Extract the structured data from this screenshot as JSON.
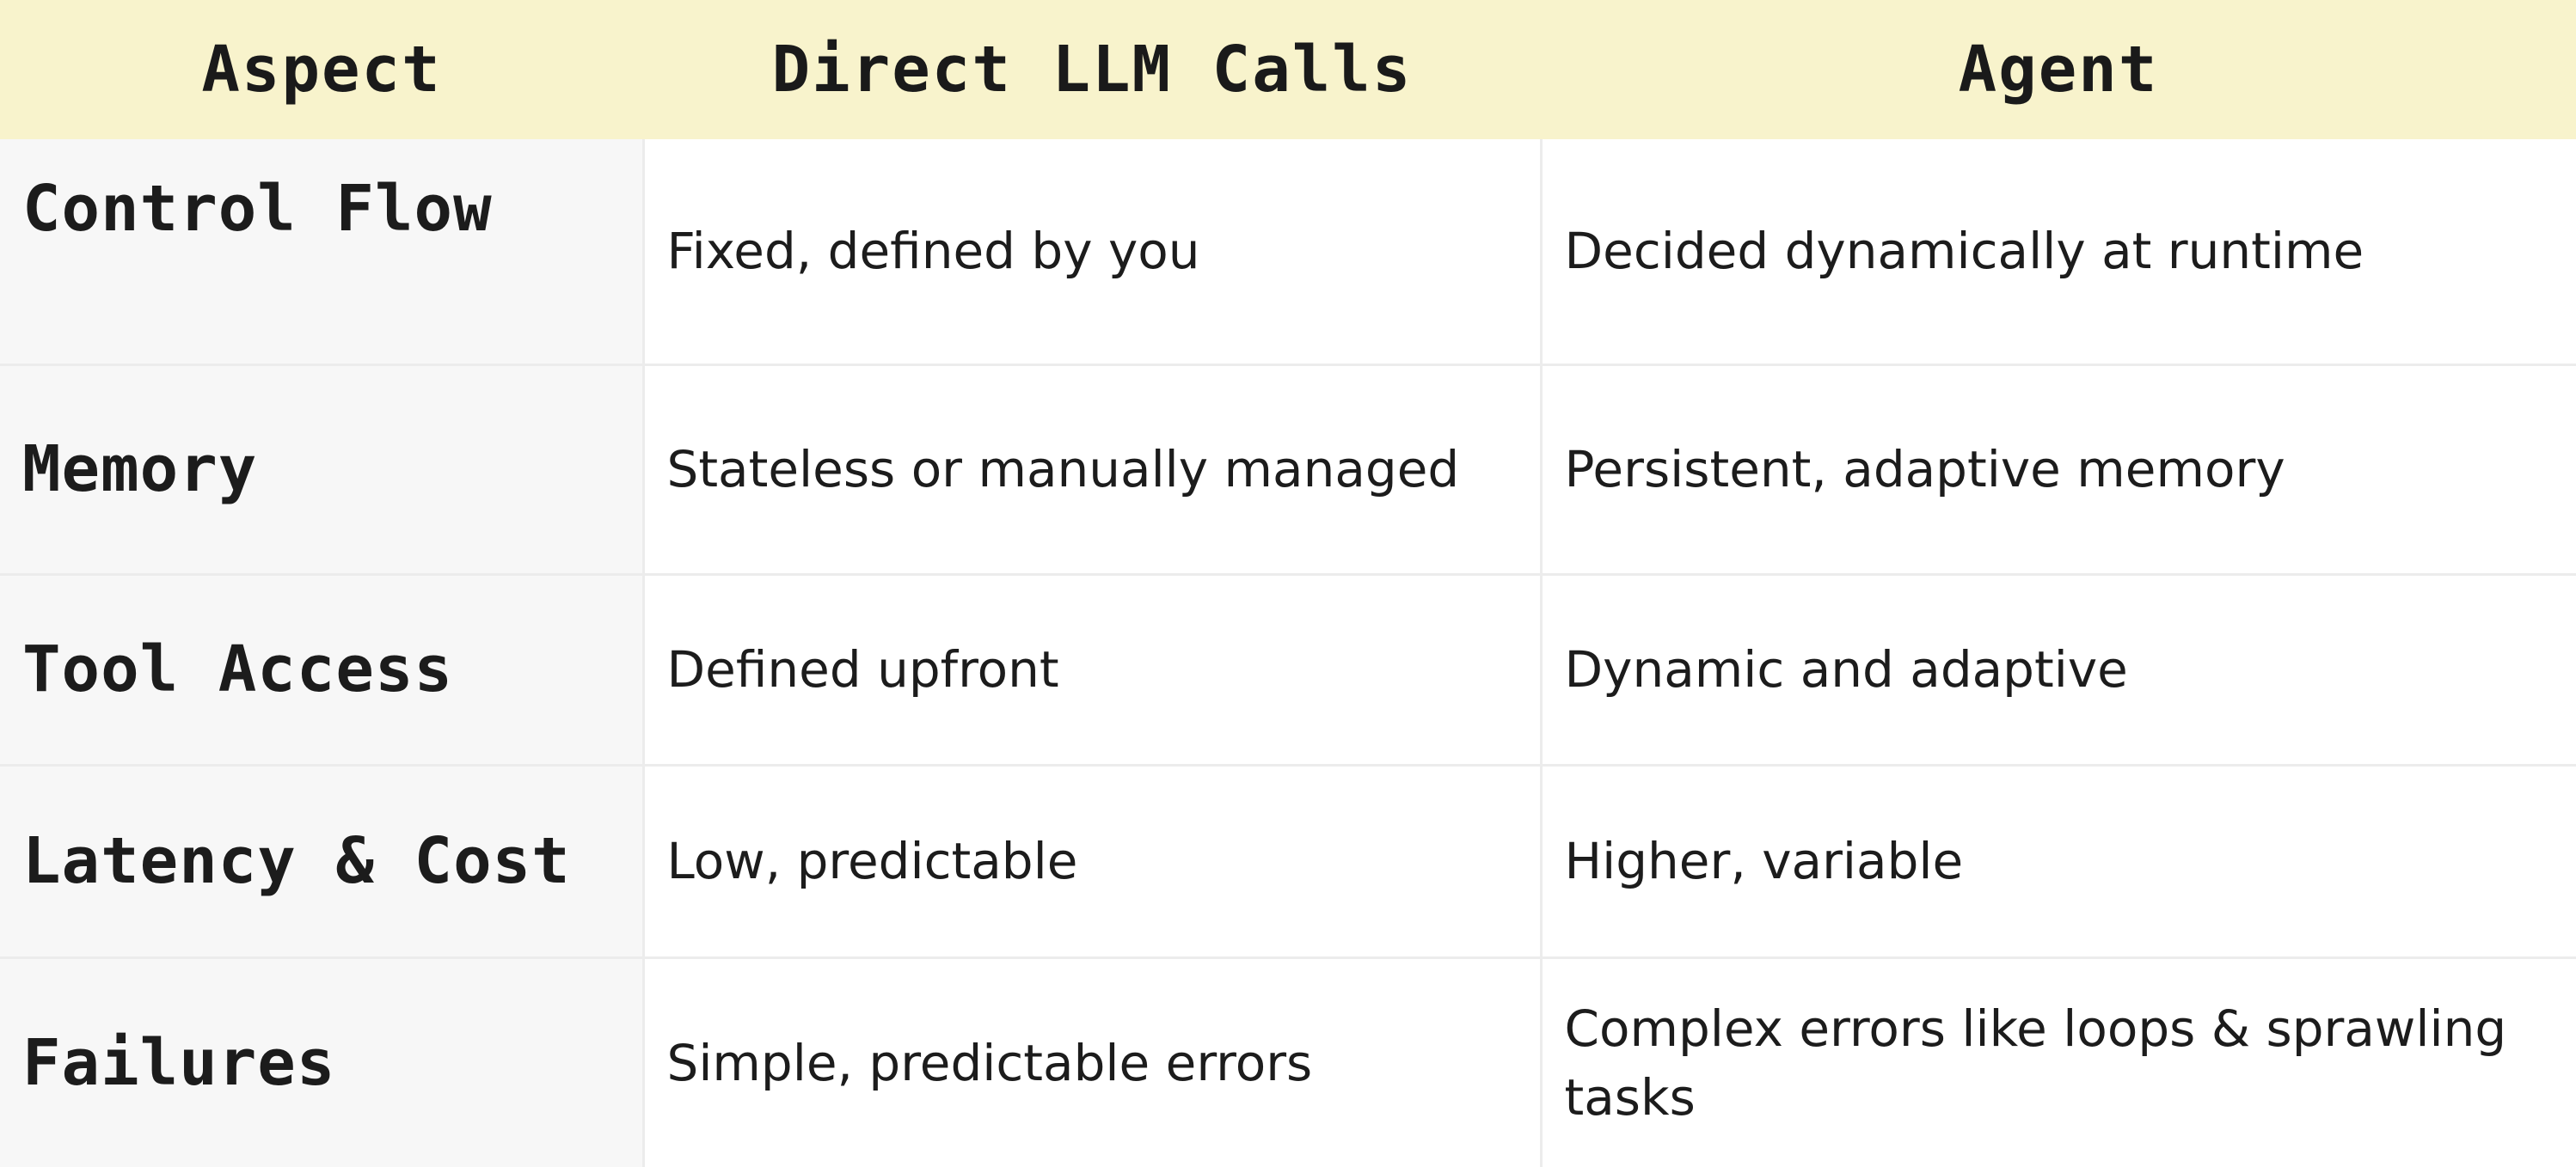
{
  "table": {
    "headers": [
      "Aspect",
      "Direct LLM Calls",
      "Agent"
    ],
    "rows": [
      {
        "aspect": "Control Flow",
        "direct": "Fixed, defined by you",
        "agent": "Decided dynamically at runtime"
      },
      {
        "aspect": "Memory",
        "direct": "Stateless or manually managed",
        "agent": "Persistent, adaptive memory"
      },
      {
        "aspect": "Tool Access",
        "direct": "Defined upfront",
        "agent": "Dynamic and adaptive"
      },
      {
        "aspect": "Latency & Cost",
        "direct": "Low, predictable",
        "agent": "Higher, variable"
      },
      {
        "aspect": "Failures",
        "direct": "Simple, predictable errors",
        "agent": "Complex errors like loops & sprawling tasks"
      }
    ]
  },
  "colors": {
    "header_background": "#f8f3cc",
    "aspect_column_background": "#f7f7f7",
    "cell_background": "#ffffff",
    "text": "#1a1a1a",
    "gridline": "#ececec"
  }
}
